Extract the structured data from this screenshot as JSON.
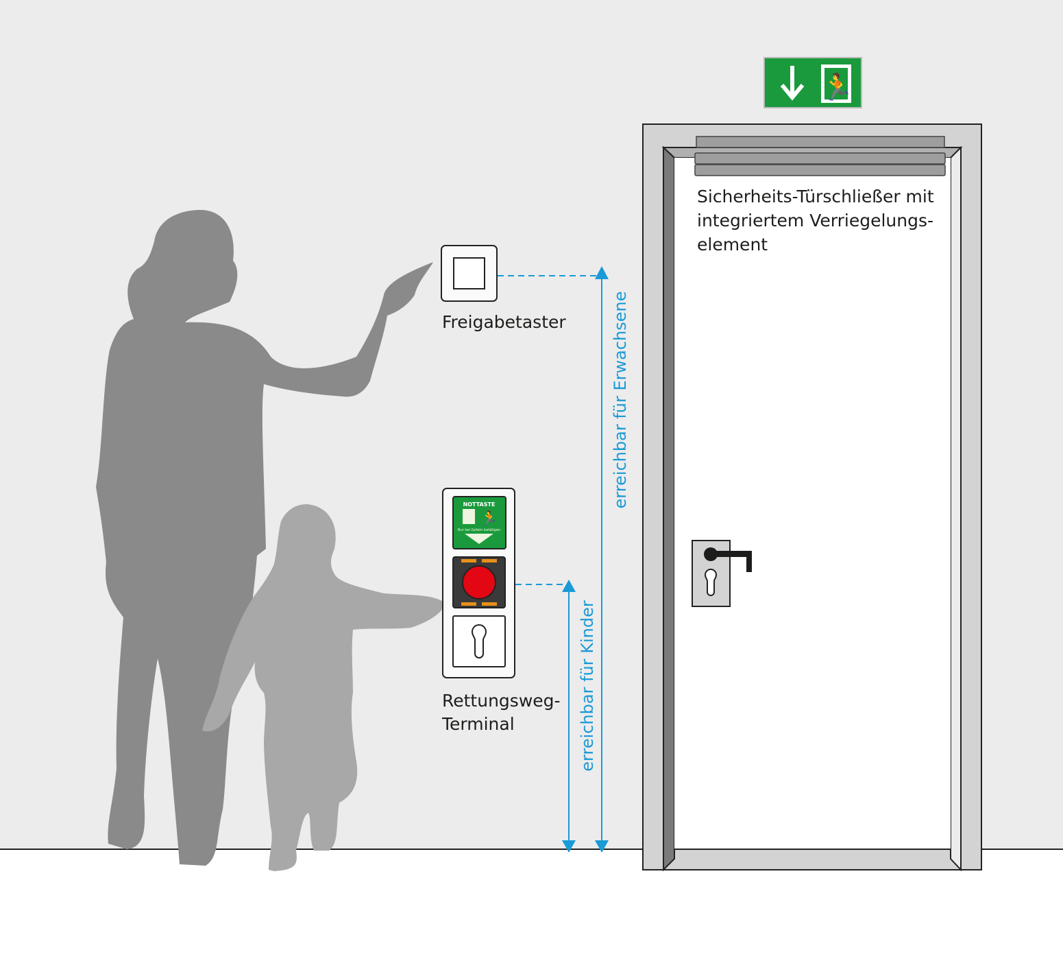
{
  "labels": {
    "release_button": "Freigabetaster",
    "terminal_line1": "Rettungsweg-",
    "terminal_line2": "Terminal",
    "closer_line1": "Sicherheits-Türschließer mit",
    "closer_line2": "integriertem Verriegelungs-",
    "closer_line3": "element"
  },
  "measurements": {
    "adults": "erreichbar für Erwachsene",
    "children": "erreichbar für Kinder"
  },
  "terminal_sign": {
    "title": "NOTTASTE",
    "subtitle": "Nur bei Gefahr betätigen"
  },
  "colors": {
    "wall": "#ececec",
    "measure": "#1a9ad6",
    "exit_green": "#1a9a3c",
    "emergency_red": "#e30613",
    "silhouette_adult": "#8a8a8a",
    "silhouette_child": "#a8a8a8"
  },
  "icons": [
    "exit-sign-icon",
    "running-man-icon",
    "arrow-down-icon",
    "door-handle-icon",
    "key-cylinder-icon"
  ]
}
